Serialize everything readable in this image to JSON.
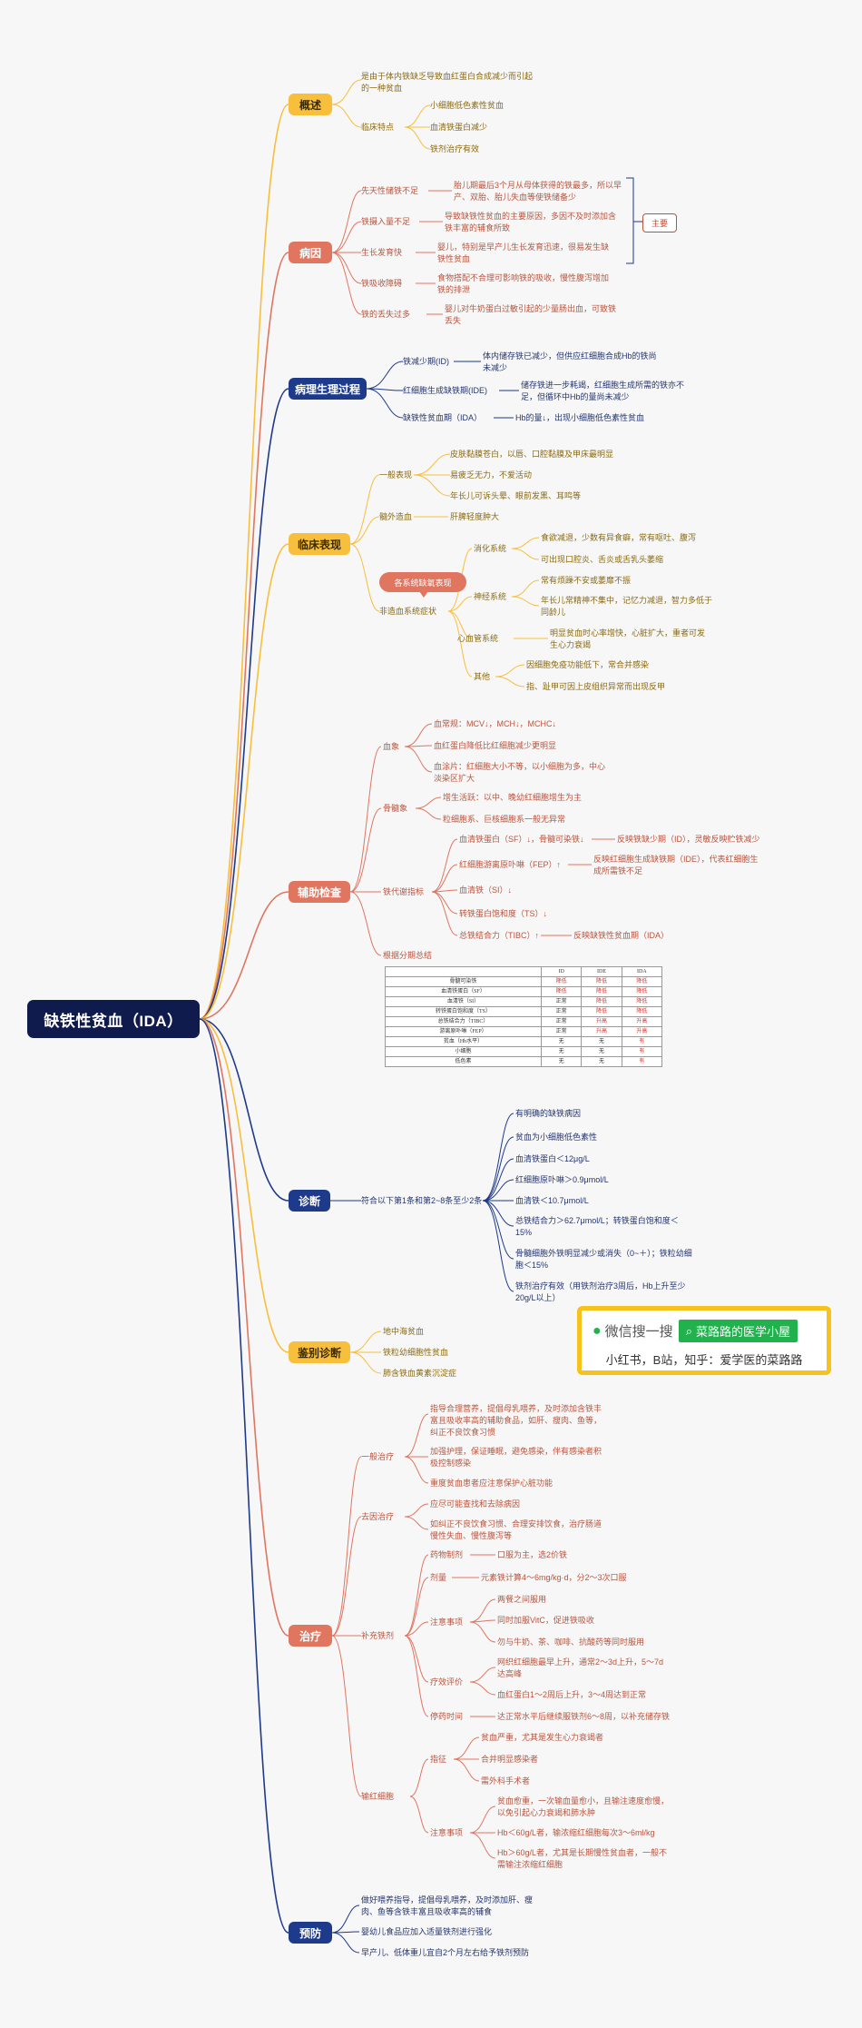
{
  "root": "缺铁性贫血（IDA）",
  "sections": {
    "s1": "概述",
    "s2": "病因",
    "s3": "病理生理过程",
    "s4": "临床表现",
    "s5": "辅助检查",
    "s6": "诊断",
    "s7": "鉴别诊断",
    "s8": "治疗",
    "s9": "预防"
  },
  "overview": {
    "def": "是由于体内铁缺乏导致血红蛋白合成减少而引起的一种贫血",
    "feat": "临床特点",
    "f1": "小细胞低色素性贫血",
    "f2": "血清铁蛋白减少",
    "f3": "铁剂治疗有效"
  },
  "cause": {
    "c1": "先天性储铁不足",
    "c1d": "胎儿期最后3个月从母体获得的铁最多，所以早产、双胎、胎儿失血等使铁储备少",
    "c2": "铁摄入量不足",
    "c2d": "导致缺铁性贫血的主要原因，多因不及时添加含铁丰富的辅食所致",
    "c3": "生长发育快",
    "c3d": "婴儿，特别是早产儿生长发育迅速，很易发生缺铁性贫血",
    "c4": "铁吸收障碍",
    "c4d": "食物搭配不合理可影响铁的吸收，慢性腹泻增加铁的排泄",
    "c5": "铁的丢失过多",
    "c5d": "婴儿对牛奶蛋白过敏引起的少量肠出血，可致铁丢失",
    "main": "主要"
  },
  "patho": {
    "p1": "铁减少期(ID)",
    "p1d": "体内储存铁已减少，但供应红细胞合成Hb的铁尚未减少",
    "p2": "红细胞生成缺铁期(IDE)",
    "p2d": "储存铁进一步耗竭，红细胞生成所需的铁亦不足，但循环中Hb的量尚未减少",
    "p3": "缺铁性贫血期（IDA）",
    "p3d": "Hb的量↓，出现小细胞低色素性贫血"
  },
  "clinical": {
    "g": "一般表现",
    "g1": "皮肤黏膜苍白，以唇、口腔黏膜及甲床最明显",
    "g2": "易疲乏无力，不爱活动",
    "g3": "年长儿可诉头晕、眼前发黑、耳鸣等",
    "e": "髓外造血",
    "e1": "肝脾轻度肿大",
    "bubble": "各系统缺氧表现",
    "nh": "非造血系统症状",
    "d": "消化系统",
    "d1": "食欲减退，少数有异食癖，常有呕吐、腹泻",
    "d2": "可出现口腔炎、舌炎或舌乳头萎缩",
    "n": "神经系统",
    "n1": "常有烦躁不安或萎靡不振",
    "n2": "年长儿常精神不集中，记忆力减退，智力多低于同龄儿",
    "h": "心血管系统",
    "h1": "明显贫血时心率增快，心脏扩大，重者可发生心力衰竭",
    "o": "其他",
    "o1": "因细胞免疫功能低下，常合并感染",
    "o2": "指、趾甲可因上皮组织异常而出现反甲"
  },
  "aux": {
    "b": "血象",
    "b1": "血常规：MCV↓，MCH↓，MCHC↓",
    "b2": "血红蛋白降低比红细胞减少更明显",
    "b3": "血涂片：红细胞大小不等，以小细胞为多，中心淡染区扩大",
    "m": "骨髓象",
    "m1": "增生活跃：以中、晚幼红细胞增生为主",
    "m2": "粒细胞系、巨核细胞系一般无异常",
    "ir": "铁代谢指标",
    "i1": "血清铁蛋白（SF）↓，骨髓可染铁↓",
    "i1d": "反映铁缺少期（ID），灵敏反映贮铁减少",
    "i2": "红细胞游离原卟啉（FEP）↑",
    "i2d": "反映红细胞生成缺铁期（IDE），代表红细胞生成所需铁不足",
    "i3": "血清铁（SI）↓",
    "i4": "转铁蛋白饱和度（TS）↓",
    "i5": "总铁结合力（TIBC）↑",
    "i5d": "反映缺铁性贫血期（IDA）",
    "tt": "根据分期总结",
    "table": [
      [
        "",
        "ID",
        "IDE",
        "IDA"
      ],
      [
        "骨髓可染铁",
        "降低",
        "降低",
        "降低"
      ],
      [
        "血清铁蛋白（SF）",
        "降低",
        "降低",
        "降低"
      ],
      [
        "血清铁（SI）",
        "正常",
        "降低",
        "降低"
      ],
      [
        "转铁蛋白饱和度（TS）",
        "正常",
        "降低",
        "降低"
      ],
      [
        "总铁结合力（TIBC）",
        "正常",
        "升高",
        "升高"
      ],
      [
        "游离原卟啉（FEP）",
        "正常",
        "升高",
        "升高"
      ],
      [
        "贫血（Hb水平）",
        "无",
        "无",
        "有"
      ],
      [
        "小细胞",
        "无",
        "无",
        "有"
      ],
      [
        "低色素",
        "无",
        "无",
        "有"
      ]
    ]
  },
  "diag": {
    "lead": "符合以下第1条和第2~8条至少2条",
    "d1": "有明确的缺铁病因",
    "d2": "贫血为小细胞低色素性",
    "d3": "血清铁蛋白＜12μg/L",
    "d4": "红细胞原卟啉＞0.9μmol/L",
    "d5": "血清铁＜10.7μmol/L",
    "d6": "总铁结合力＞62.7μmol/L；转铁蛋白饱和度＜15%",
    "d7": "骨髓细胞外铁明显减少或消失（0~＋）；铁粒幼细胞＜15%",
    "d8": "铁剂治疗有效（用铁剂治疗3周后，Hb上升至少20g/L以上）"
  },
  "diff": {
    "a": "地中海贫血",
    "b": "铁粒幼细胞性贫血",
    "c": "肺含铁血黄素沉淀症"
  },
  "treat": {
    "g": "一般治疗",
    "g1": "指导合理营养，提倡母乳喂养，及时添加含铁丰富且吸收率高的辅助食品，如肝、瘦肉、鱼等，纠正不良饮食习惯",
    "g2": "加强护理，保证睡眠，避免感染，伴有感染者积极控制感染",
    "g3": "重度贫血患者应注意保护心脏功能",
    "c": "去因治疗",
    "c1": "应尽可能查找和去除病因",
    "c2": "如纠正不良饮食习惯、合理安排饮食，治疗肠道慢性失血、慢性腹泻等",
    "s": "补充铁剂",
    "s1": "药物制剂",
    "s1d": "口服为主，选2价铁",
    "s2": "剂量",
    "s2d": "元素铁计算4～6mg/kg·d，分2～3次口服",
    "s3": "注意事项",
    "s3a": "两餐之间服用",
    "s3b": "同时加服VitC，促进铁吸收",
    "s3c": "勿与牛奶、茶、咖啡、抗酸药等同时服用",
    "s4": "疗效评价",
    "s4a": "网织红细胞最早上升，通常2～3d上升，5～7d达高峰",
    "s4b": "血红蛋白1～2周后上升，3～4周达到正常",
    "s5": "停药时间",
    "s5d": "达正常水平后继续服铁剂6～8周，以补充储存铁",
    "bt": "输红细胞",
    "bi": "指征",
    "bi1": "贫血严重，尤其是发生心力衰竭者",
    "bi2": "合并明显感染者",
    "bi3": "需外科手术者",
    "bn": "注意事项",
    "bn1": "贫血愈重，一次输血量愈小，且输注速度愈慢，以免引起心力衰竭和肺水肿",
    "bn2": "Hb＜60g/L者，输浓缩红细胞每次3～6ml/kg",
    "bn3": "Hb＞60g/L者，尤其是长期慢性贫血者，一般不需输注浓缩红细胞"
  },
  "prev": {
    "p1": "做好喂养指导，提倡母乳喂养，及时添加肝、瘦肉、鱼等含铁丰富且吸收率高的辅食",
    "p2": "婴幼儿食品应加入适量铁剂进行强化",
    "p3": "早产儿、低体重儿宜自2个月左右给予铁剂预防"
  },
  "wechat": {
    "prefix": "微信搜一搜",
    "name": "菜路路的医学小屋",
    "sub": "小红书，B站，知乎：爱学医的菜路路"
  },
  "colors": {
    "root": "#0f1b4d",
    "yellow": "#f7bf3c",
    "red": "#e07560",
    "navy": "#1e3a8a"
  }
}
